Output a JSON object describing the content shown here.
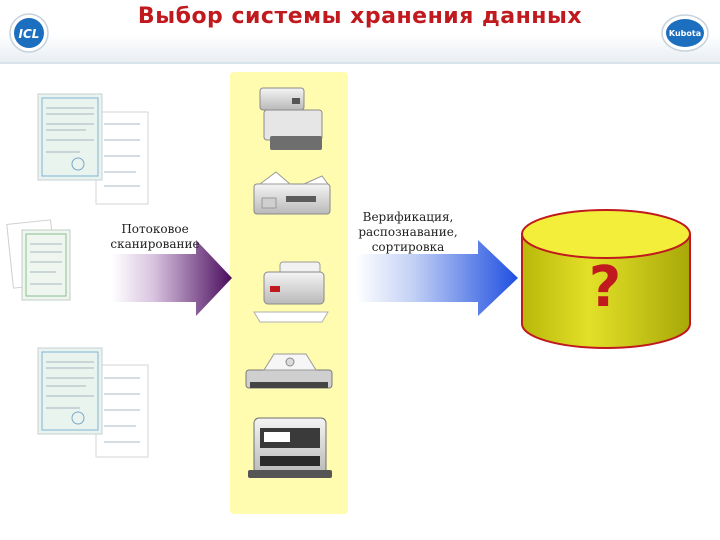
{
  "title": "Выбор системы хранения данных",
  "captions": {
    "streaming_scan": "Потоковое сканирование",
    "verification": "Верификация, распознавание, сортировка"
  },
  "storage_label": "?",
  "logos": {
    "left": "ICL",
    "right": "Kubota"
  },
  "icons": {
    "documents": "document-stack-icon",
    "scanners": "scanner-icon",
    "storage": "database-cylinder-icon"
  },
  "colors": {
    "title": "#c0191e",
    "scanner_column": "#fffcb0",
    "arrow_purple": "#4a0d5e",
    "arrow_blue": "#1f4fe0",
    "cylinder": "#d7d414",
    "cylinder_edge": "#c0191e"
  }
}
